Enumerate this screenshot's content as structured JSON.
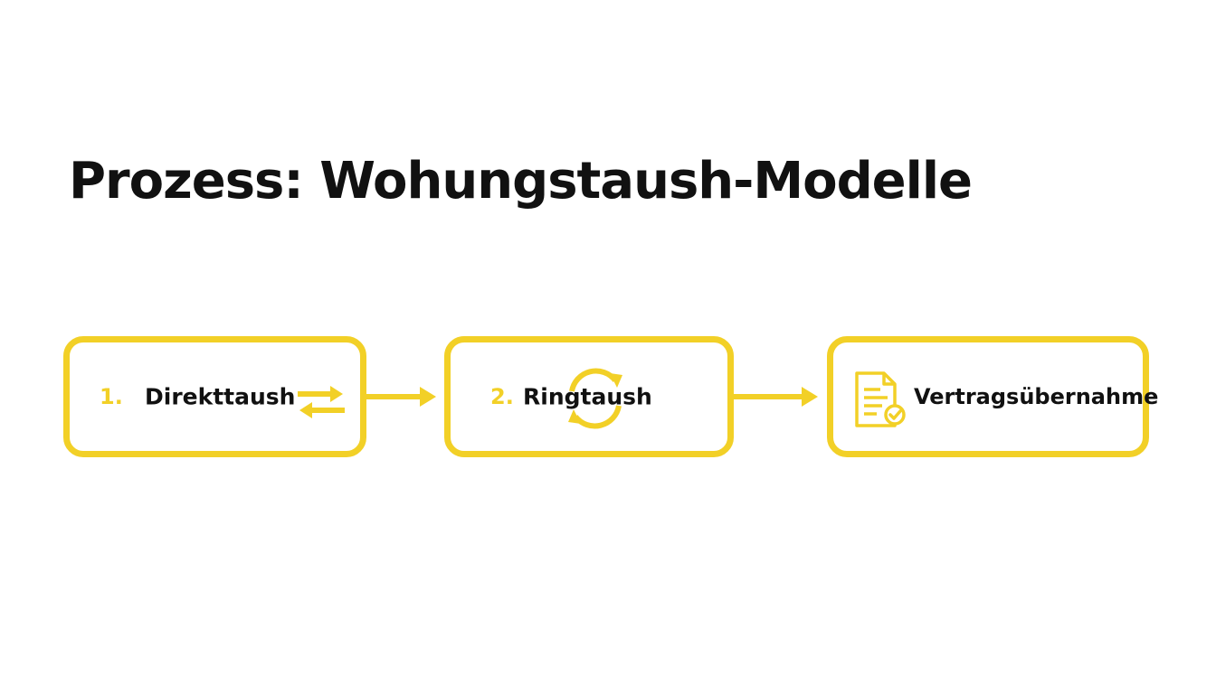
{
  "title": "Prozess: Wohungstaush-Modelle",
  "accent_color": "#F2D027",
  "steps": [
    {
      "number": "1.",
      "label": "Direkttaush",
      "icon": "swap-arrows-icon"
    },
    {
      "number": "2.",
      "label": "Ringtaush",
      "icon": "cycle-arrows-icon"
    },
    {
      "number": "",
      "label": "Vertragsübernahme",
      "icon": "document-check-icon"
    }
  ]
}
